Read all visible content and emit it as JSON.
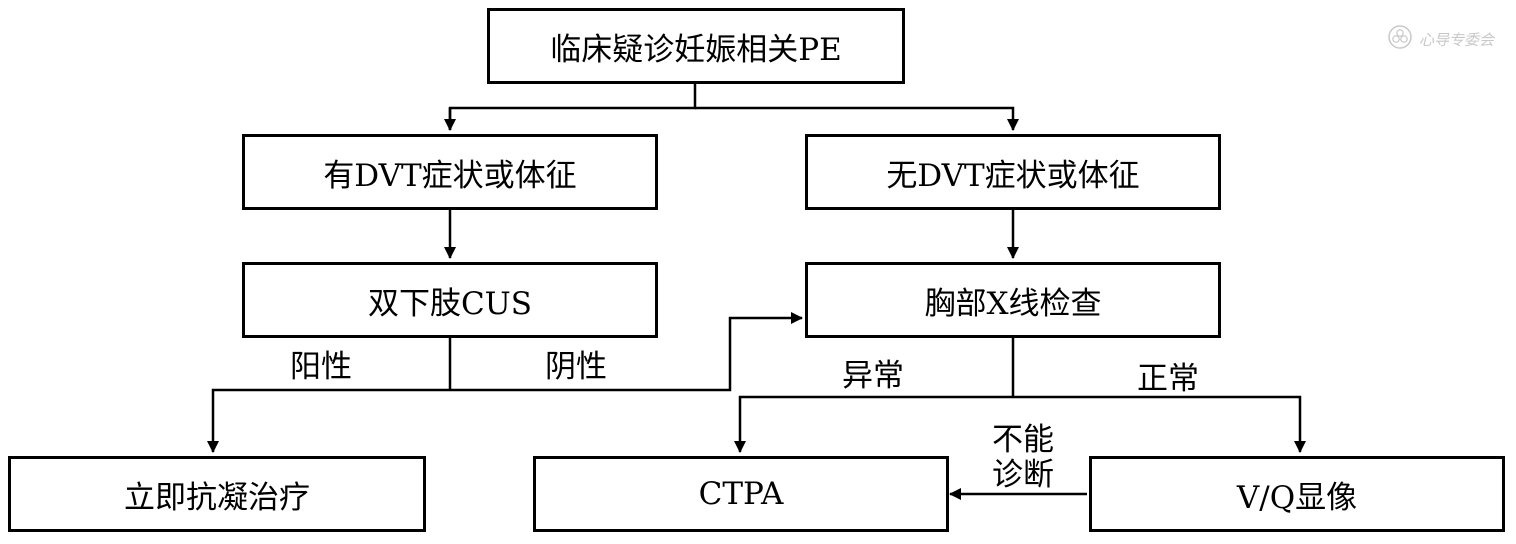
{
  "nodes": {
    "suspected_pe": "临床疑诊妊娠相关PE",
    "dvt_yes": "有DVT症状或体征",
    "dvt_no": "无DVT症状或体征",
    "cus": "双下肢CUS",
    "chest_xray": "胸部X线检查",
    "anticoag": "立即抗凝治疗",
    "ctpa": "CTPA",
    "vq": "V/Q显像"
  },
  "edge_labels": {
    "positive": "阳性",
    "negative": "阴性",
    "abnormal": "异常",
    "normal": "正常",
    "nondiagnostic_line1": "不能",
    "nondiagnostic_line2": "诊断"
  },
  "watermark": {
    "text": "心导专委会",
    "icon": "flower-logo-icon"
  },
  "colors": {
    "line": "#000000",
    "watermark": "#c8c8c8"
  }
}
